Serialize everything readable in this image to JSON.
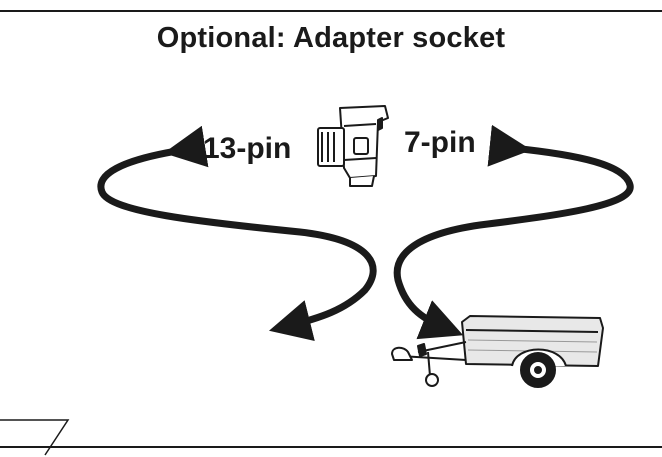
{
  "title": "Optional: Adapter socket",
  "labels": {
    "left": "13-pin",
    "right": "7-pin"
  },
  "icons": {
    "adapter": "adapter-socket-icon",
    "trailer": "trailer-icon"
  },
  "colors": {
    "ink": "#1a1a1a",
    "trailer_body": "#e8e8e8",
    "background": "#ffffff"
  }
}
